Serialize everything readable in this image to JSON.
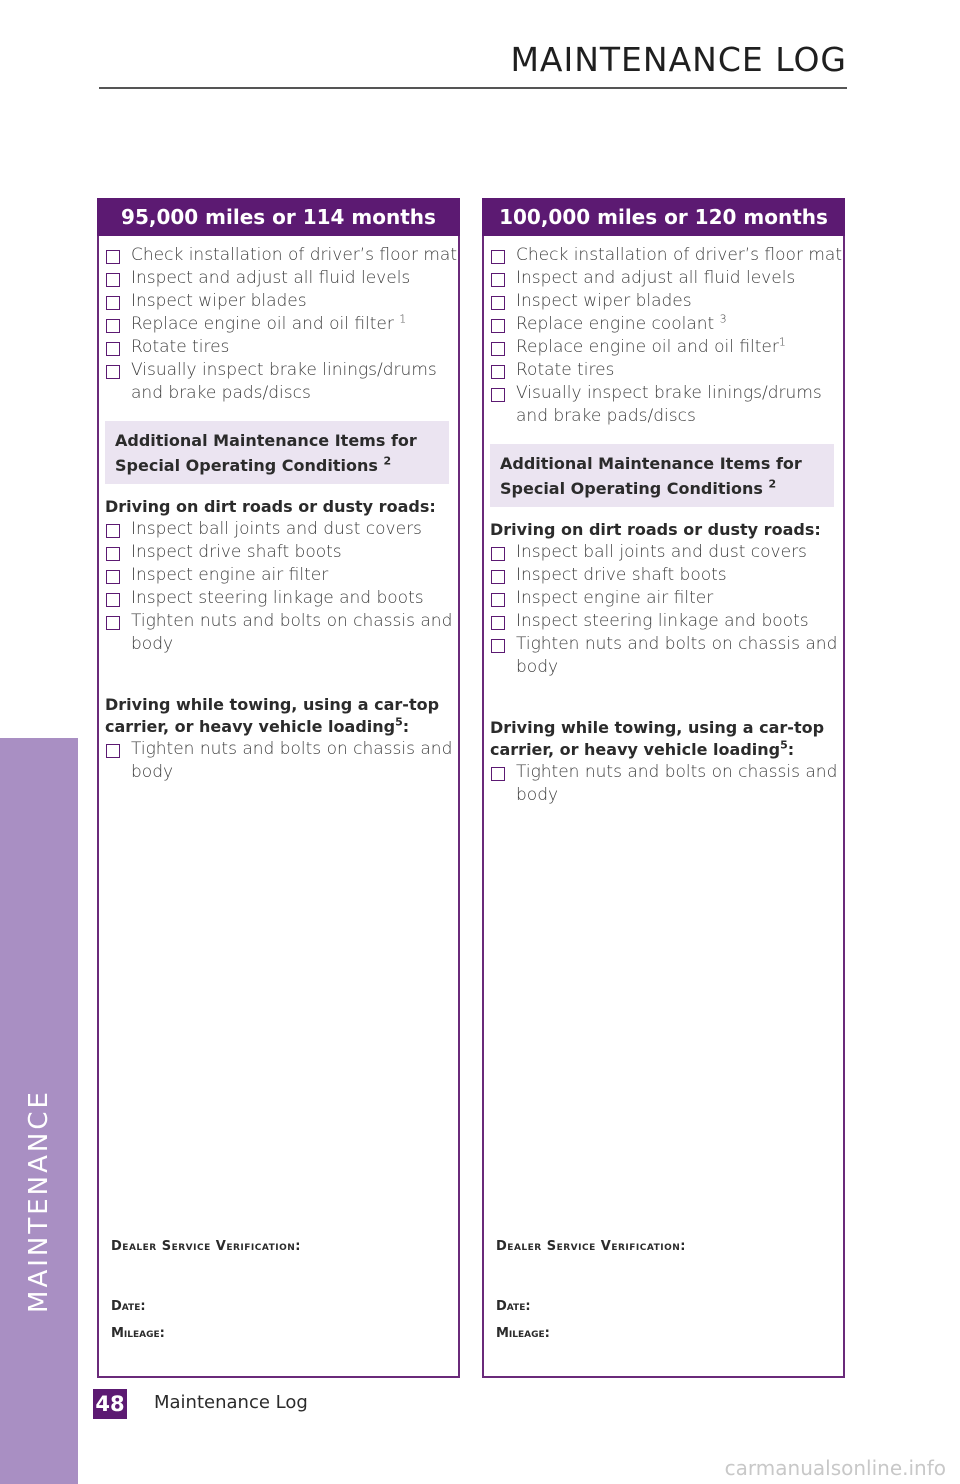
{
  "header": {
    "title": "MAINTENANCE LOG"
  },
  "side_tab": {
    "label": "MAINTENANCE"
  },
  "columns": [
    {
      "title": "95,000 miles or 114 months",
      "items": [
        {
          "text": "Check installation of driver’s floor mat",
          "sup": ""
        },
        {
          "text": "Inspect and adjust all fluid levels",
          "sup": ""
        },
        {
          "text": "Inspect wiper blades",
          "sup": ""
        },
        {
          "text": "Replace engine oil and oil filter ",
          "sup": "1"
        },
        {
          "text": "Rotate tires",
          "sup": ""
        },
        {
          "text": "Visually inspect brake linings/drums and brake pads/discs",
          "sup": ""
        }
      ],
      "special_box": {
        "line1": "Additional Maintenance Items for",
        "line2": "Special Operating Conditions ",
        "sup": "2"
      },
      "dirt_heading": "Driving on dirt roads or dusty roads:",
      "dirt_items": [
        "Inspect ball joints and dust covers",
        "Inspect drive shaft boots",
        "Inspect engine air filter",
        "Inspect steering linkage and boots",
        "Tighten nuts and bolts on chassis and body"
      ],
      "towing_heading_line1": "Driving while towing, using a car-top",
      "towing_heading_line2": "carrier, or heavy vehicle loading",
      "towing_sup": "5",
      "towing_colon": ":",
      "towing_items": [
        "Tighten nuts and bolts on chassis and body"
      ],
      "verification": "Dealer Service Verification:",
      "date_label": "Date:",
      "mileage_label": "Mileage:"
    },
    {
      "title": "100,000 miles or 120 months",
      "items": [
        {
          "text": "Check installation of driver’s floor mat",
          "sup": ""
        },
        {
          "text": "Inspect and adjust all fluid levels",
          "sup": ""
        },
        {
          "text": "Inspect wiper blades",
          "sup": ""
        },
        {
          "text": "Replace engine coolant ",
          "sup": "3"
        },
        {
          "text": "Replace engine oil and oil filter",
          "sup": "1"
        },
        {
          "text": "Rotate tires",
          "sup": ""
        },
        {
          "text": "Visually inspect brake linings/drums and brake pads/discs",
          "sup": ""
        }
      ],
      "special_box": {
        "line1": "Additional Maintenance Items for",
        "line2": "Special Operating Conditions ",
        "sup": "2"
      },
      "dirt_heading": "Driving on dirt roads or dusty roads:",
      "dirt_items": [
        "Inspect ball joints and dust covers",
        "Inspect drive shaft boots",
        "Inspect engine air filter",
        "Inspect steering linkage and boots",
        "Tighten nuts and bolts on chassis and body"
      ],
      "towing_heading_line1": "Driving while towing, using a car-top",
      "towing_heading_line2": "carrier, or heavy vehicle loading",
      "towing_sup": "5",
      "towing_colon": ":",
      "towing_items": [
        "Tighten nuts and bolts on chassis and body"
      ],
      "verification": "Dealer Service Verification:",
      "date_label": "Date:",
      "mileage_label": "Mileage:"
    }
  ],
  "footer": {
    "page_number": "48",
    "label": "Maintenance Log"
  },
  "watermark": "carmanualsonline.info",
  "colors": {
    "accent": "#5c1a72",
    "side_tab": "#a98fc3",
    "special_box_bg": "#ebe4f1"
  }
}
